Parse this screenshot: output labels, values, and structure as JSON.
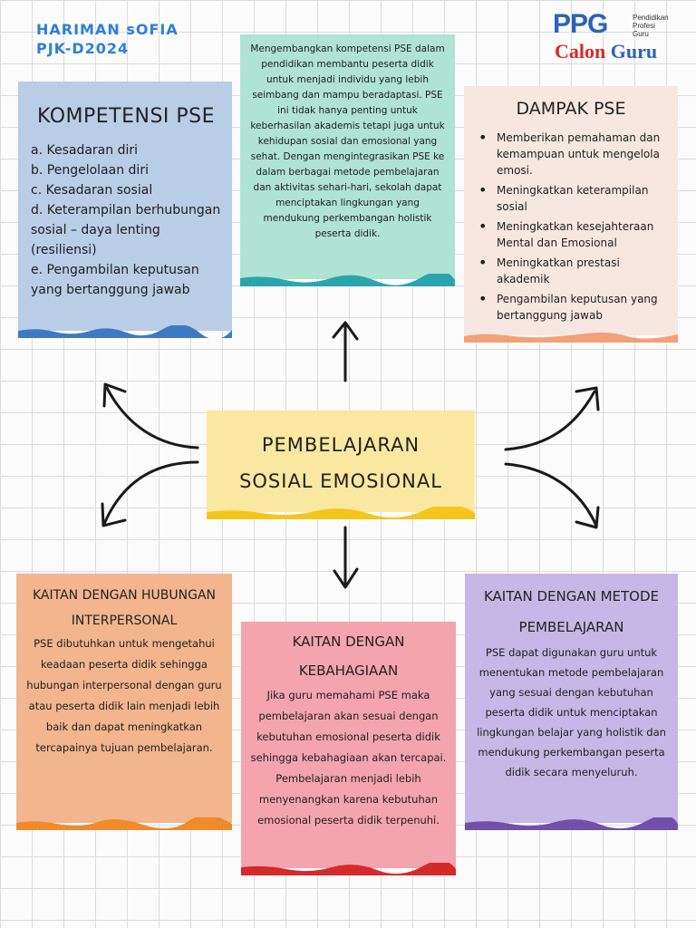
{
  "author": {
    "name": "HARIMAN sOFIA",
    "class": "PJK-D2024"
  },
  "logo": {
    "ppg": "PPG",
    "subtitle_lines": [
      "Pendidikan",
      "Profesi",
      "Guru"
    ],
    "calon": "Calon",
    "guru": "Guru"
  },
  "center": {
    "title_line1": "PEMBELAJARAN",
    "title_line2": "SOSIAL EMOSIONAL"
  },
  "intro": {
    "text": "Mengembangkan kompetensi PSE dalam pendidikan membantu peserta didik untuk menjadi individu yang lebih seimbang dan mampu beradaptasi. PSE ini tidak hanya penting untuk keberhasilan akademis tetapi juga untuk kehidupan sosial dan emosional yang sehat. Dengan mengintegrasikan PSE ke dalam berbagai metode pembelajaran dan aktivitas sehari-hari, sekolah dapat menciptakan lingkungan yang mendukung perkembangan holistik peserta didik."
  },
  "kompetensi": {
    "title": "KOMPETENSI PSE",
    "items": [
      "a. Kesadaran diri",
      "b. Pengelolaan diri",
      "c. Kesadaran sosial",
      "d. Keterampilan berhubungan sosial – daya lenting (resiliensi)",
      "e. Pengambilan keputusan yang bertanggung jawab"
    ]
  },
  "dampak": {
    "title": "DAMPAK PSE",
    "items": [
      "Memberikan pemahaman dan kemampuan untuk mengelola emosi.",
      "Meningkatkan keterampilan sosial",
      "Meningkatkan kesejahteraan Mental dan Emosional",
      "Meningkatkan prestasi akademik",
      "Pengambilan keputusan yang bertanggung jawab"
    ]
  },
  "hubungan": {
    "title_line1": "KAITAN DENGAN HUBUNGAN",
    "title_line2": "INTERPERSONAL",
    "text": "PSE dibutuhkan untuk mengetahui keadaan peserta didik sehingga hubungan interpersonal dengan guru atau peserta didik lain menjadi lebih baik dan dapat meningkatkan tercapainya tujuan pembelajaran."
  },
  "kebahagiaan": {
    "title_line1": "KAITAN DENGAN",
    "title_line2": "KEBAHAGIAAN",
    "text": "Jika guru memahami PSE maka pembelajaran akan sesuai dengan kebutuhan emosional peserta didik sehingga kebahagiaan akan tercapai. Pembelajaran menjadi lebih menyenangkan karena kebutuhan emosional peserta didik terpenuhi."
  },
  "metode": {
    "title_line1": "KAITAN DENGAN METODE",
    "title_line2": "PEMBELAJARAN",
    "text": "PSE dapat digunakan guru untuk menentukan metode pembelajaran yang sesuai dengan kebutuhan peserta didik untuk menciptakan lingkungan belajar yang holistik dan mendukung perkembangan peserta didik secara menyeluruh."
  },
  "colors": {
    "kompetensi": "#b9cde6",
    "kompetensi_edge": "#3d7ac4",
    "intro": "#afe3d3",
    "intro_edge": "#2aa5b0",
    "dampak": "#f6e7e1",
    "dampak_edge": "#f2a078",
    "center": "#fbe8a0",
    "center_edge": "#f4c51c",
    "hubungan": "#f2b58e",
    "hubungan_edge": "#f08a2a",
    "kebahagiaan": "#f4a4af",
    "kebahagiaan_edge": "#d42a2a",
    "metode": "#c6b7e6",
    "metode_edge": "#7050a8",
    "author": "#2f7fd8"
  }
}
